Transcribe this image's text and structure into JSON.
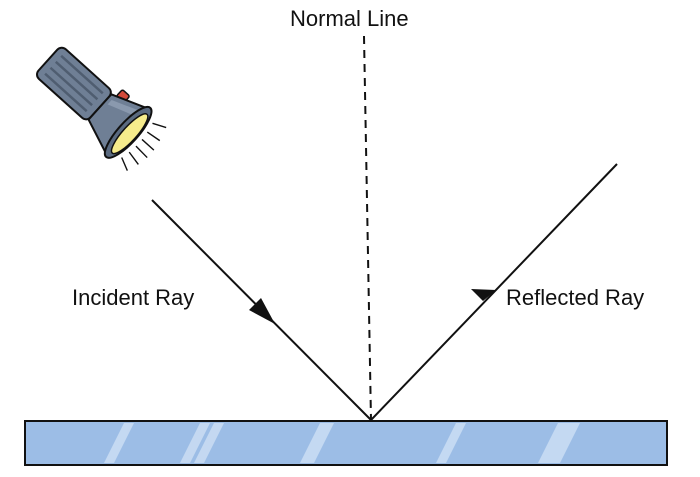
{
  "labels": {
    "normal_line": "Normal Line",
    "incident_ray": "Incident Ray",
    "reflected_ray": "Reflected Ray"
  },
  "icons": {
    "light_source": "flashlight-icon"
  },
  "colors": {
    "mirror_fill": "#9cbde6",
    "mirror_shine": "#c9dcf3",
    "stroke": "#111111",
    "torch_body": "#6f7f95",
    "torch_dark": "#5a6a80",
    "torch_lens": "#f6ec8c",
    "torch_button": "#d34b3b"
  }
}
